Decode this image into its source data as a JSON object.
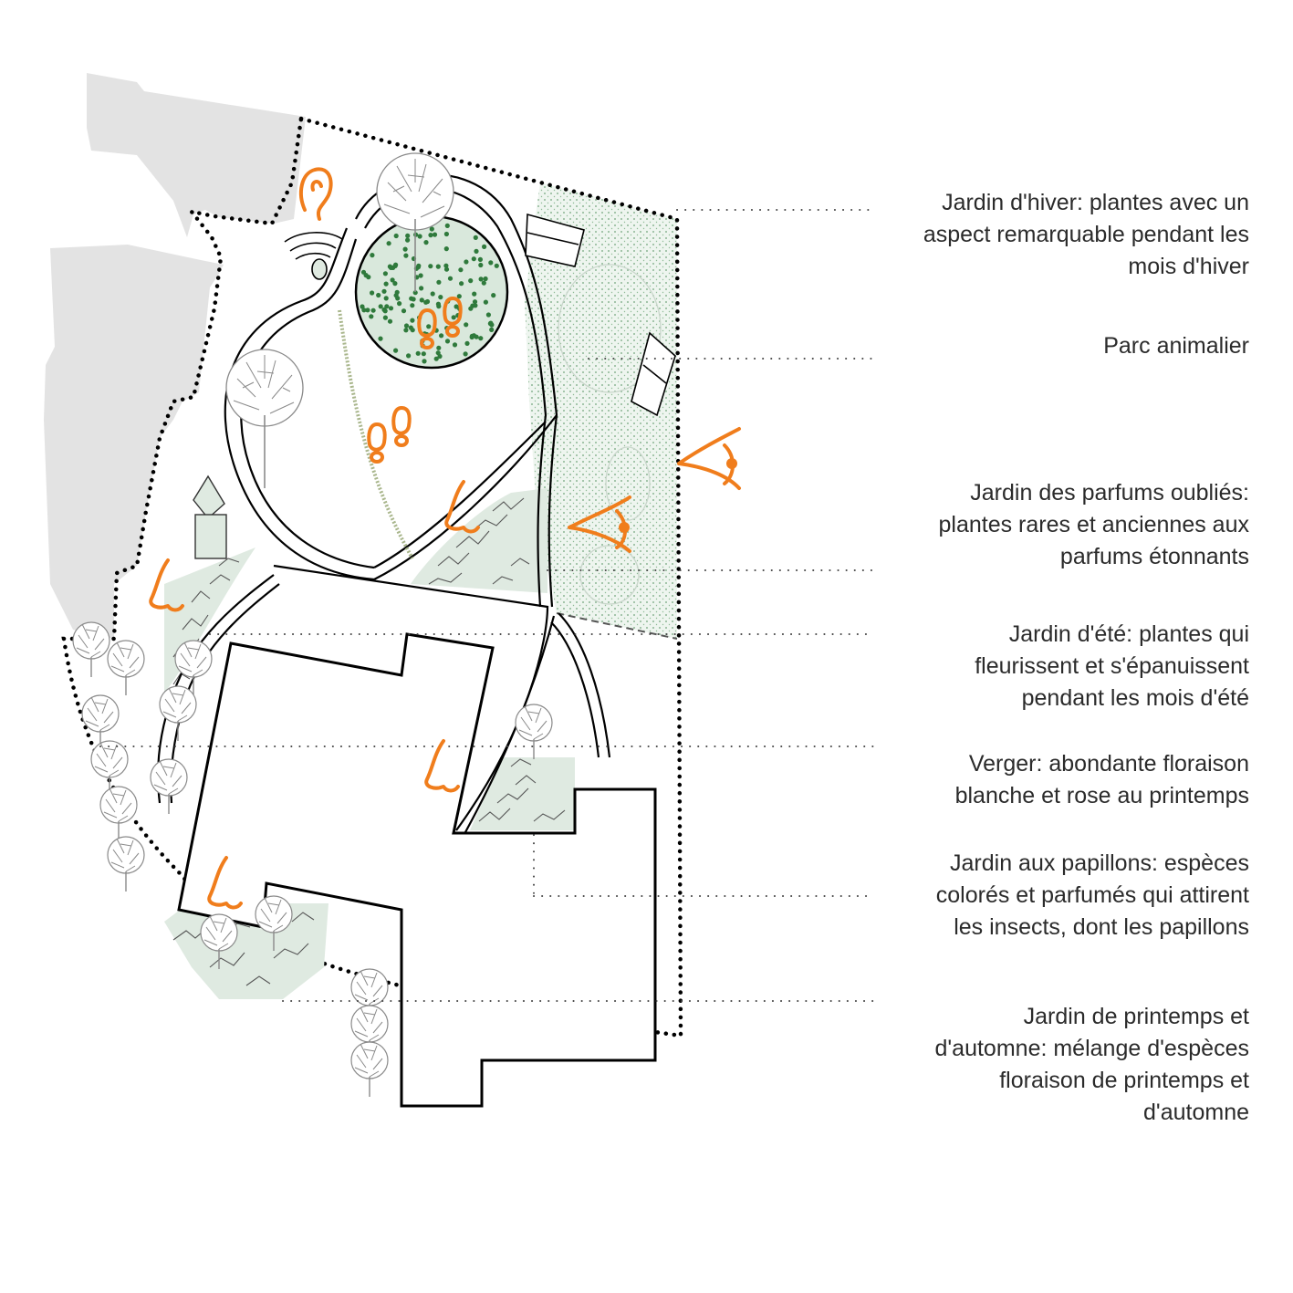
{
  "legend": {
    "winter_garden": [
      "Jardin d'hiver: plantes avec un",
      "aspect remarquable pendant les",
      "mois d'hiver"
    ],
    "animal_park": [
      "Parc animalier"
    ],
    "forgotten_scents": [
      "Jardin des parfums oubliés:",
      "plantes rares et anciennes aux",
      "parfums étonnants"
    ],
    "summer_garden": [
      "Jardin d'été: plantes qui",
      "fleurissent et s'épanuissent",
      "pendant les mois d'été"
    ],
    "orchard": [
      "Verger: abondante floraison",
      "blanche et rose au printemps"
    ],
    "butterfly_garden": [
      "Jardin aux papillons: espèces",
      "colorés et parfumés qui attirent",
      "les insects, dont les papillons"
    ],
    "spring_autumn_garden": [
      "Jardin de printemps et",
      "d'automne: mélange d'espèces",
      "floraison de printemps et",
      "d'automne"
    ]
  },
  "icons": [
    "ear-icon",
    "footprints-icon",
    "nose-icon",
    "eye-icon"
  ],
  "colors": {
    "accent_orange": "#f07d1c",
    "garden_green": "#d9e8dc",
    "dot_green": "#2f7a3c",
    "neighbour_grey": "#e3e3e3",
    "boundary": "#000000"
  }
}
